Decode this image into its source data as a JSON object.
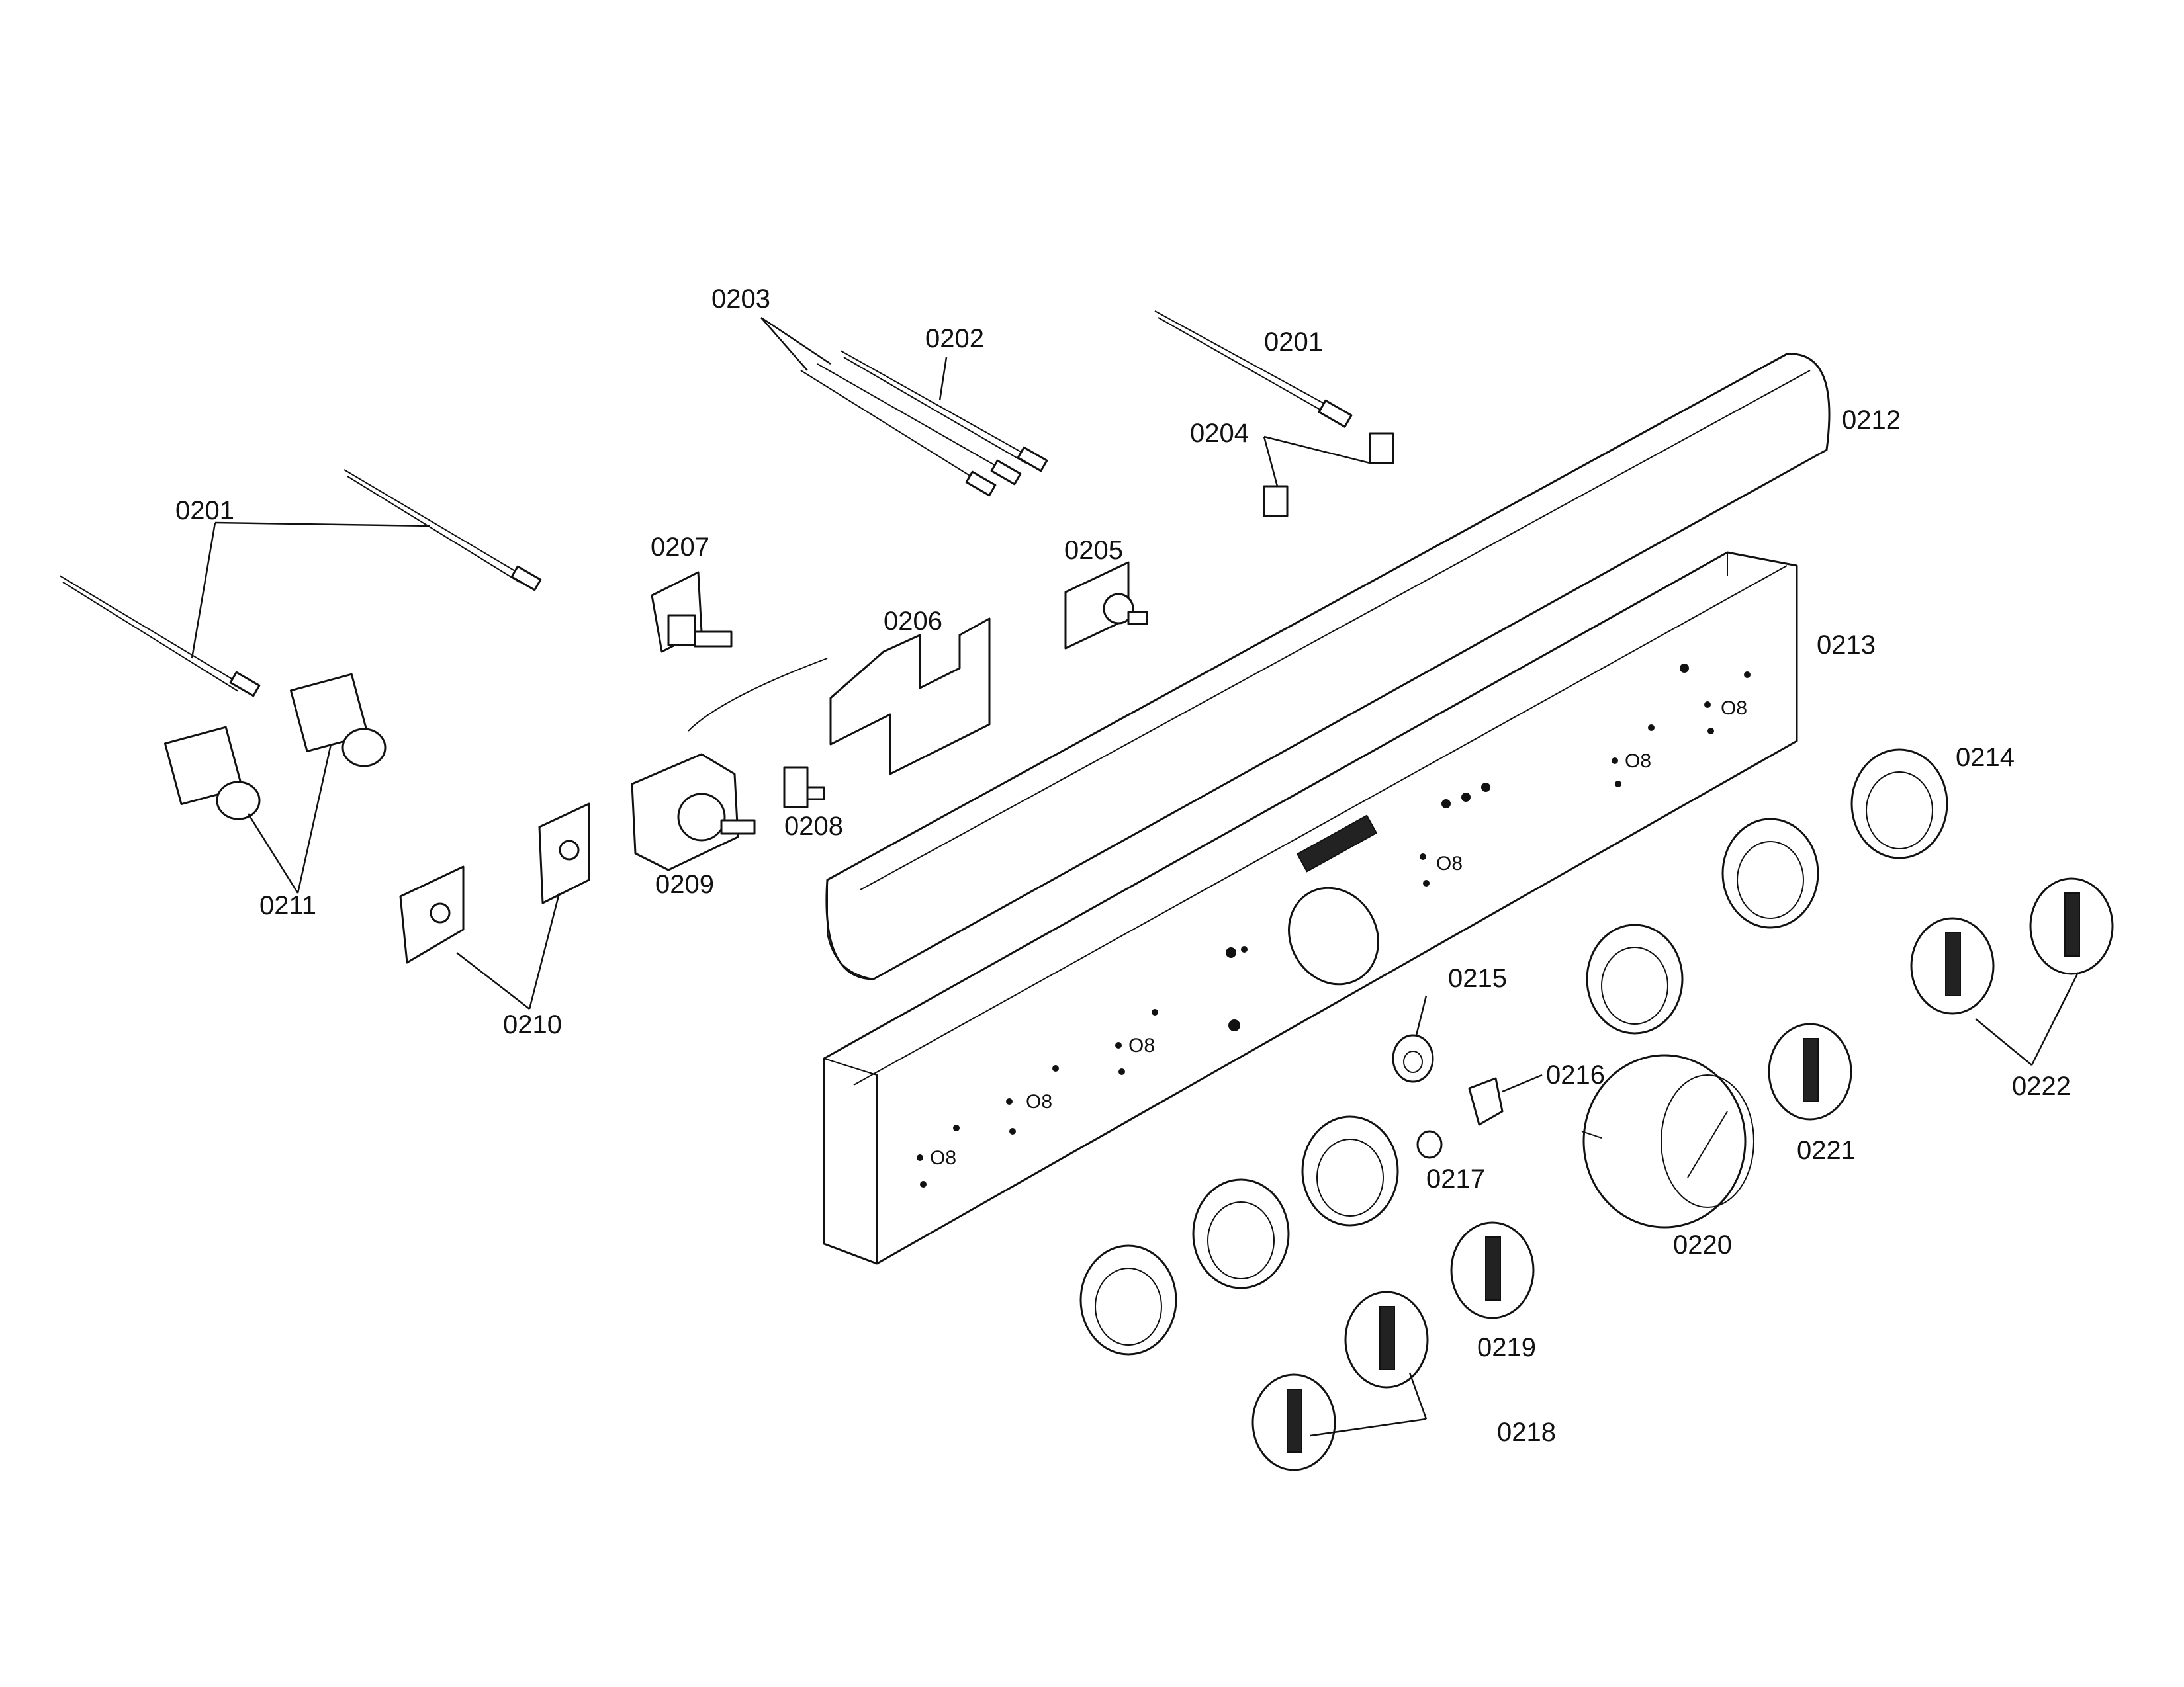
{
  "labels": {
    "l0201a": "0201",
    "l0201b": "0201",
    "l0202": "0202",
    "l0203": "0203",
    "l0204": "0204",
    "l0205": "0205",
    "l0206": "0206",
    "l0207": "0207",
    "l0208": "0208",
    "l0209": "0209",
    "l0210": "0210",
    "l0211": "0211",
    "l0212": "0212",
    "l0213": "0213",
    "l0214": "0214",
    "l0215": "0215",
    "l0216": "0216",
    "l0217": "0217",
    "l0218": "0218",
    "l0219": "0219",
    "l0220": "0220",
    "l0221": "0221",
    "l0222": "0222"
  },
  "colors": {
    "line": "#111111",
    "background": "#ffffff"
  }
}
